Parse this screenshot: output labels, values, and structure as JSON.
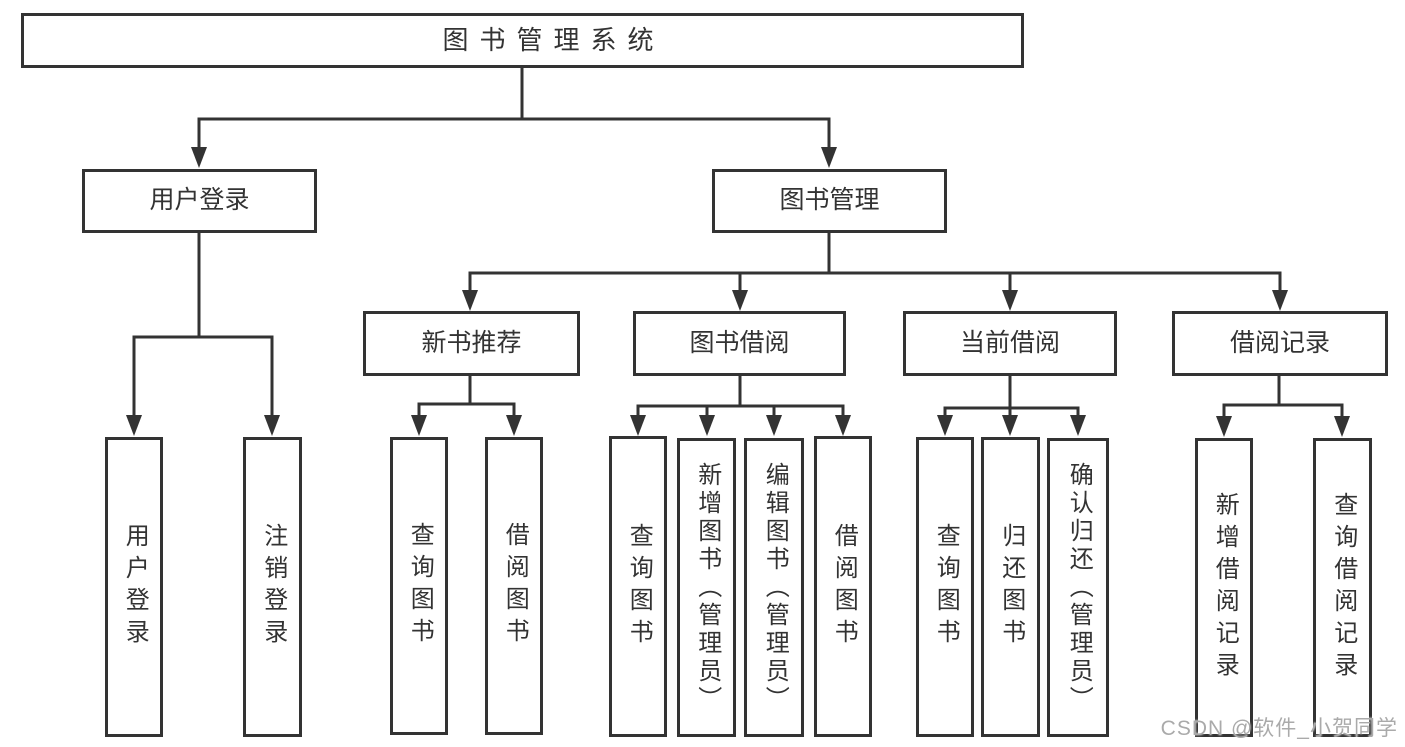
{
  "diagram_title": "图书管理系统",
  "nodes": {
    "root": {
      "label": "图书管理系统"
    },
    "user_login": {
      "label": "用户登录"
    },
    "book_mgmt": {
      "label": "图书管理"
    },
    "new_book_rec": {
      "label": "新书推荐"
    },
    "book_borrow": {
      "label": "图书借阅"
    },
    "current_borrow": {
      "label": "当前借阅"
    },
    "borrow_record": {
      "label": "借阅记录"
    },
    "leaf_user_login": {
      "label": "用户登录"
    },
    "leaf_logout": {
      "label": "注销登录"
    },
    "leaf_nbr_query": {
      "label": "查询图书"
    },
    "leaf_nbr_borrow": {
      "label": "借阅图书"
    },
    "leaf_bb_query": {
      "label": "查询图书"
    },
    "leaf_bb_add": {
      "label": "新增图书（管理员）"
    },
    "leaf_bb_edit": {
      "label": "编辑图书（管理员）"
    },
    "leaf_bb_borrow": {
      "label": "借阅图书"
    },
    "leaf_cb_query": {
      "label": "查询图书"
    },
    "leaf_cb_return": {
      "label": "归还图书"
    },
    "leaf_cb_confirm": {
      "label": "确认归还（管理员）"
    },
    "leaf_br_add": {
      "label": "新增借阅记录"
    },
    "leaf_br_query": {
      "label": "查询借阅记录"
    }
  },
  "hierarchy": {
    "图书管理系统": [
      "用户登录",
      "图书管理"
    ],
    "用户登录": [
      "用户登录",
      "注销登录"
    ],
    "图书管理": [
      "新书推荐",
      "图书借阅",
      "当前借阅",
      "借阅记录"
    ],
    "新书推荐": [
      "查询图书",
      "借阅图书"
    ],
    "图书借阅": [
      "查询图书",
      "新增图书（管理员）",
      "编辑图书（管理员）",
      "借阅图书"
    ],
    "当前借阅": [
      "查询图书",
      "归还图书",
      "确认归还（管理员）"
    ],
    "借阅记录": [
      "新增借阅记录",
      "查询借阅记录"
    ]
  },
  "watermark": {
    "text": "CSDN @软件_小贺同学"
  },
  "colors": {
    "line": "#333333",
    "text": "#333333",
    "box_background": "#ffffff",
    "watermark": "#aaaaaa",
    "background": "#ffffff"
  }
}
